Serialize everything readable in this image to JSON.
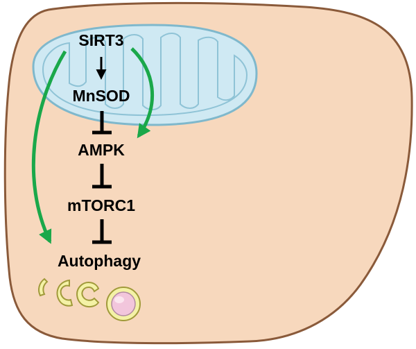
{
  "diagram": {
    "nodes": {
      "sirt3": "SIRT3",
      "mnsod": "MnSOD",
      "ampk": "AMPK",
      "mtorc1": "mTORC1",
      "autophagy": "Autophagy"
    },
    "edges": [
      {
        "from": "SIRT3",
        "to": "MnSOD",
        "kind": "activation",
        "color": "#000000"
      },
      {
        "from": "MnSOD",
        "to": "AMPK",
        "kind": "inhibition",
        "color": "#000000"
      },
      {
        "from": "AMPK",
        "to": "mTORC1",
        "kind": "inhibition",
        "color": "#000000"
      },
      {
        "from": "mTORC1",
        "to": "Autophagy",
        "kind": "inhibition",
        "color": "#000000"
      },
      {
        "from": "SIRT3",
        "to": "AMPK",
        "kind": "activation",
        "color": "#1aa84a"
      },
      {
        "from": "SIRT3",
        "to": "Autophagy",
        "kind": "activation",
        "color": "#1aa84a"
      }
    ],
    "colors": {
      "cell_fill": "#f7d8bd",
      "cell_stroke": "#8a5a3a",
      "mitochondrion_fill": "#cfe9f3",
      "mitochondrion_stroke": "#7fb8cc",
      "activation_arrow": "#1aa84a",
      "phagophore_fill": "#f4f2a6",
      "phagophore_stroke": "#a09a3a",
      "autophagosome_inner": "#f2c6dc"
    }
  }
}
